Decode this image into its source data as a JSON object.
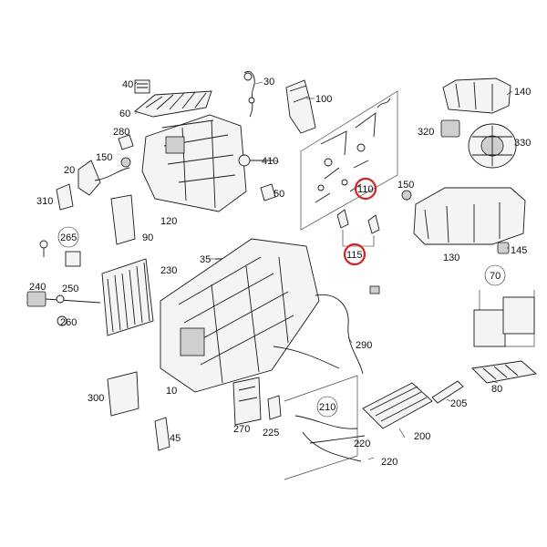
{
  "highlight_color": "#d42020",
  "callouts": [
    {
      "id": "40",
      "text": "40"
    },
    {
      "id": "30",
      "text": "30"
    },
    {
      "id": "100",
      "text": "100"
    },
    {
      "id": "140",
      "text": "140"
    },
    {
      "id": "60",
      "text": "60"
    },
    {
      "id": "280",
      "text": "280"
    },
    {
      "id": "320",
      "text": "320"
    },
    {
      "id": "330",
      "text": "330"
    },
    {
      "id": "150a",
      "text": "150"
    },
    {
      "id": "410",
      "text": "410"
    },
    {
      "id": "20",
      "text": "20"
    },
    {
      "id": "50",
      "text": "50"
    },
    {
      "id": "110",
      "text": "110",
      "highlighted": true
    },
    {
      "id": "150b",
      "text": "150"
    },
    {
      "id": "310",
      "text": "310"
    },
    {
      "id": "120",
      "text": "120"
    },
    {
      "id": "265",
      "text": "265"
    },
    {
      "id": "90",
      "text": "90"
    },
    {
      "id": "115",
      "text": "115",
      "highlighted": true
    },
    {
      "id": "145",
      "text": "145"
    },
    {
      "id": "130",
      "text": "130"
    },
    {
      "id": "35",
      "text": "35"
    },
    {
      "id": "230",
      "text": "230"
    },
    {
      "id": "70",
      "text": "70"
    },
    {
      "id": "240",
      "text": "240"
    },
    {
      "id": "250",
      "text": "250"
    },
    {
      "id": "260",
      "text": "260"
    },
    {
      "id": "290",
      "text": "290"
    },
    {
      "id": "80",
      "text": "80"
    },
    {
      "id": "300",
      "text": "300"
    },
    {
      "id": "10",
      "text": "10"
    },
    {
      "id": "205",
      "text": "205"
    },
    {
      "id": "210",
      "text": "210"
    },
    {
      "id": "270",
      "text": "270"
    },
    {
      "id": "225",
      "text": "225"
    },
    {
      "id": "200",
      "text": "200"
    },
    {
      "id": "45",
      "text": "45"
    },
    {
      "id": "220a",
      "text": "220"
    },
    {
      "id": "220b",
      "text": "220"
    }
  ]
}
